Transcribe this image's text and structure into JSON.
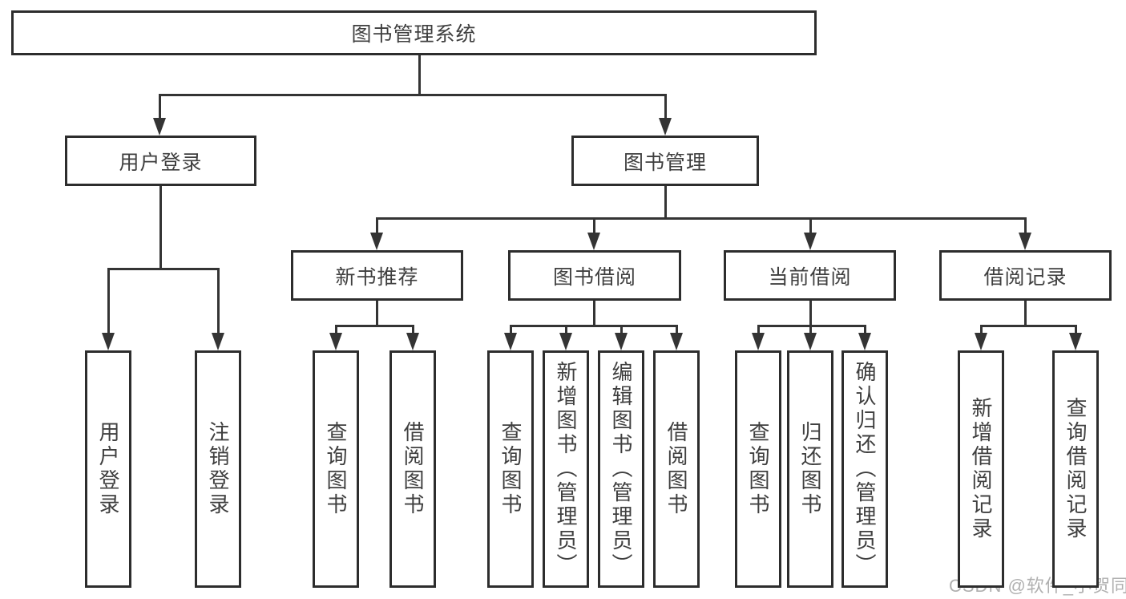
{
  "diagram": {
    "type": "tree",
    "root_title": "图书管理系统",
    "watermark": "CSDN @软件_小贺同学",
    "colors": {
      "background": "#ffffff",
      "connector_line": "#343434",
      "box_border": "#2d2d2d",
      "box_fill": "#ffffff",
      "label_text": "#3f3f3f",
      "watermark_text": "#b0b0b0"
    },
    "nodes": [
      {
        "id": "root",
        "label": "图书管理系统",
        "parent": null,
        "orientation": "horizontal"
      },
      {
        "id": "user-login",
        "label": "用户登录",
        "parent": "root",
        "orientation": "horizontal"
      },
      {
        "id": "book-management",
        "label": "图书管理",
        "parent": "root",
        "orientation": "horizontal"
      },
      {
        "id": "user-login-action",
        "label": "用户登录",
        "parent": "user-login",
        "orientation": "vertical"
      },
      {
        "id": "logout-action",
        "label": "注销登录",
        "parent": "user-login",
        "orientation": "vertical"
      },
      {
        "id": "new-book-recommend",
        "label": "新书推荐",
        "parent": "book-management",
        "orientation": "horizontal"
      },
      {
        "id": "book-borrow",
        "label": "图书借阅",
        "parent": "book-management",
        "orientation": "horizontal"
      },
      {
        "id": "current-borrow",
        "label": "当前借阅",
        "parent": "book-management",
        "orientation": "horizontal"
      },
      {
        "id": "borrow-records",
        "label": "借阅记录",
        "parent": "book-management",
        "orientation": "horizontal"
      },
      {
        "id": "rec-query-book",
        "label": "查询图书",
        "parent": "new-book-recommend",
        "orientation": "vertical"
      },
      {
        "id": "rec-borrow-book",
        "label": "借阅图书",
        "parent": "new-book-recommend",
        "orientation": "vertical"
      },
      {
        "id": "borrow-query-book",
        "label": "查询图书",
        "parent": "book-borrow",
        "orientation": "vertical"
      },
      {
        "id": "borrow-add-book",
        "label": "新增图书（管理员）",
        "parent": "book-borrow",
        "orientation": "vertical"
      },
      {
        "id": "borrow-edit-book",
        "label": "编辑图书（管理员）",
        "parent": "book-borrow",
        "orientation": "vertical"
      },
      {
        "id": "borrow-borrow-book",
        "label": "借阅图书",
        "parent": "book-borrow",
        "orientation": "vertical"
      },
      {
        "id": "current-query-book",
        "label": "查询图书",
        "parent": "current-borrow",
        "orientation": "vertical"
      },
      {
        "id": "current-return-book",
        "label": "归还图书",
        "parent": "current-borrow",
        "orientation": "vertical"
      },
      {
        "id": "current-confirm-return",
        "label": "确认归还（管理员）",
        "parent": "current-borrow",
        "orientation": "vertical"
      },
      {
        "id": "records-add-record",
        "label": "新增借阅记录",
        "parent": "borrow-records",
        "orientation": "vertical"
      },
      {
        "id": "records-query-record",
        "label": "查询借阅记录",
        "parent": "borrow-records",
        "orientation": "vertical"
      }
    ]
  }
}
